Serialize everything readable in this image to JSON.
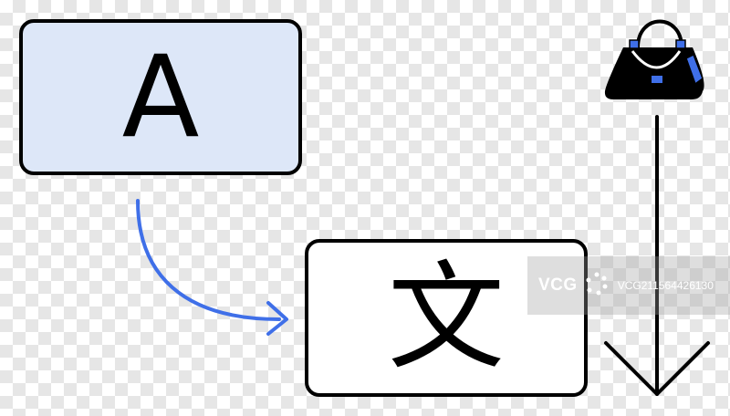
{
  "source_box": {
    "glyph": "A"
  },
  "target_box": {
    "glyph": "文"
  },
  "watermark": {
    "logo": "VCG",
    "id": "VCG211564426130"
  },
  "icons": {
    "arrow": "curved-arrow-icon",
    "bag": "handbag-icon",
    "down": "arrow-down-icon"
  },
  "colors": {
    "source_fill": "#dde7f8",
    "accent": "#3f6fe8",
    "ink": "#000000"
  }
}
